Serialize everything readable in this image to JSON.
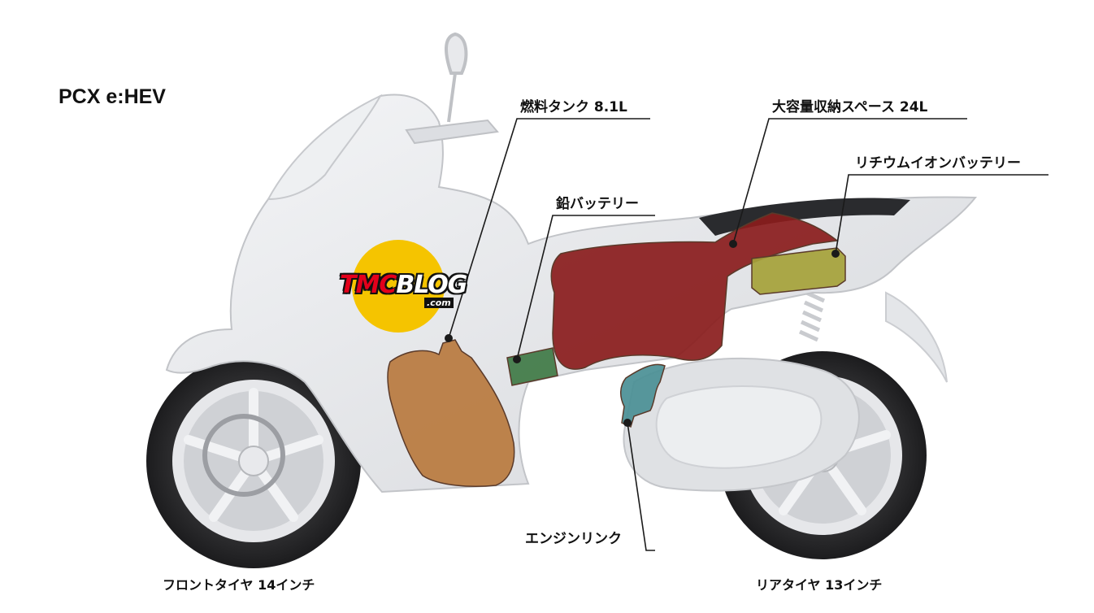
{
  "title": "PCX e:HEV",
  "labels": {
    "fuel_tank": "燃料タンク 8.1L",
    "storage": "大容量収納スペース 24L",
    "lithium_battery": "リチウムイオンバッテリー",
    "lead_battery": "鉛バッテリー",
    "engine_link": "エンジンリンク",
    "front_tire": "フロントタイヤ 14インチ",
    "rear_tire": "リアタイヤ 13インチ"
  },
  "watermark": {
    "main": "TMCBLOG",
    "sub": ".com"
  },
  "colors": {
    "fuel_tank": "#b97a3e",
    "storage": "#8a1c1c",
    "lithium_battery": "#a5a23a",
    "lead_battery": "#3f7a45",
    "engine_link": "#4a8f95",
    "badge": "#f5c400"
  }
}
